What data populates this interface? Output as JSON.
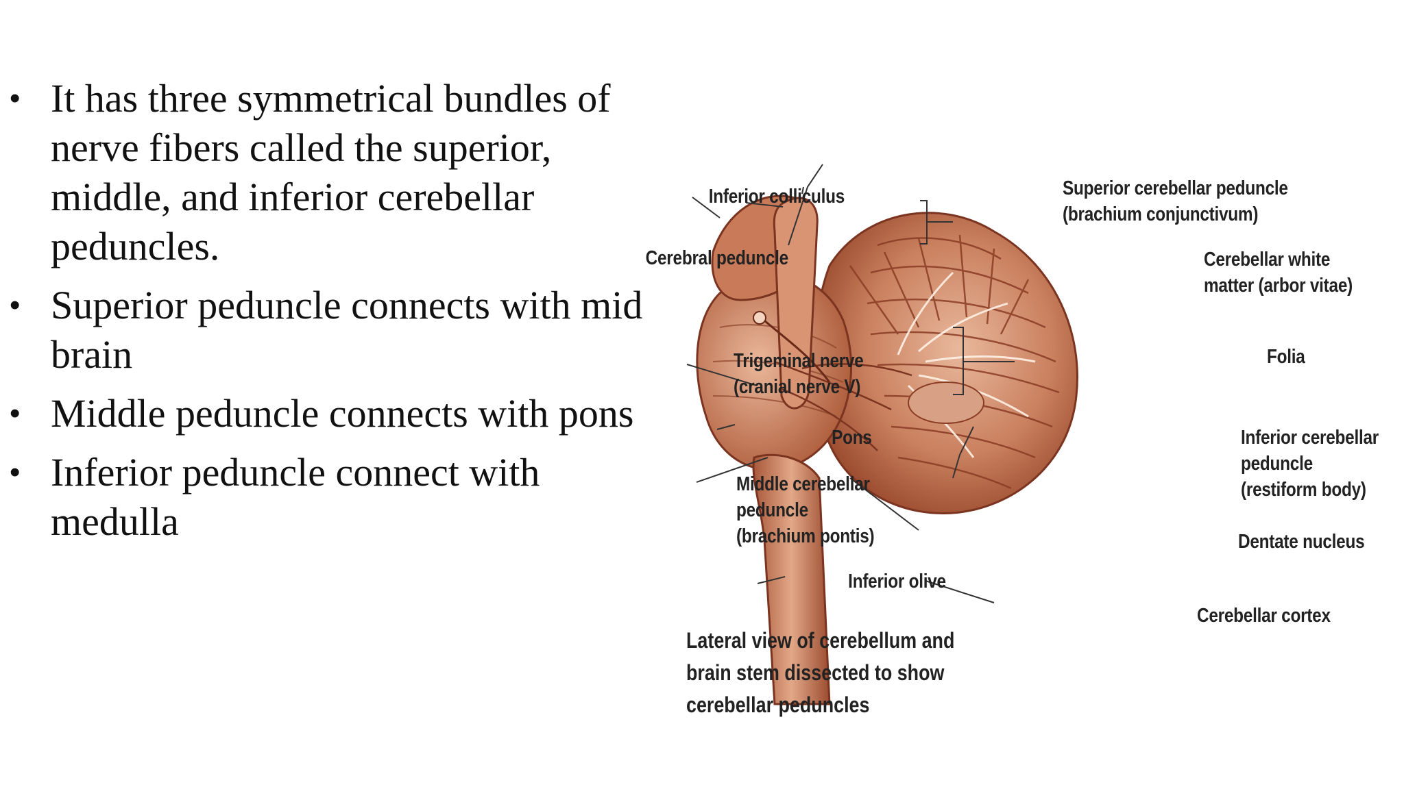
{
  "bullets": [
    " It has three symmetrical bundles of nerve fibers called the superior, middle, and inferior cerebellar peduncles.",
    "Superior peduncle connects with mid brain",
    "Middle peduncle connects with pons",
    "Inferior peduncle connect with medulla"
  ],
  "bullet_symbol": "•",
  "figure": {
    "labels": {
      "inferior_colliculus": "Inferior colliculus",
      "cerebral_peduncle": "Cerebral peduncle",
      "trigeminal_nerve": "Trigeminal nerve",
      "trigeminal_nerve_sub": "(cranial nerve V)",
      "pons": "Pons",
      "middle_cerebellar": "Middle cerebellar",
      "middle_peduncle": "peduncle",
      "middle_sub": "(brachium pontis)",
      "inferior_olive": "Inferior olive",
      "superior_cerebellar": "Superior cerebellar peduncle",
      "superior_sub": "(brachium conjunctivum)",
      "white_matter": "Cerebellar white",
      "white_matter_sub": "matter (arbor vitae)",
      "folia": "Folia",
      "inferior_cerebellar": "Inferior cerebellar",
      "inferior_peduncle": "peduncle",
      "inferior_sub": "(restiform body)",
      "dentate": "Dentate nucleus",
      "cortex": "Cerebellar cortex"
    },
    "caption_lines": [
      "Lateral view of cerebellum and",
      "brain stem dissected to show",
      "cerebellar peduncles"
    ],
    "colors": {
      "tissue_dark": "#8a3c24",
      "tissue_mid": "#c07050",
      "tissue_light": "#e8b498",
      "line": "#333333"
    }
  }
}
